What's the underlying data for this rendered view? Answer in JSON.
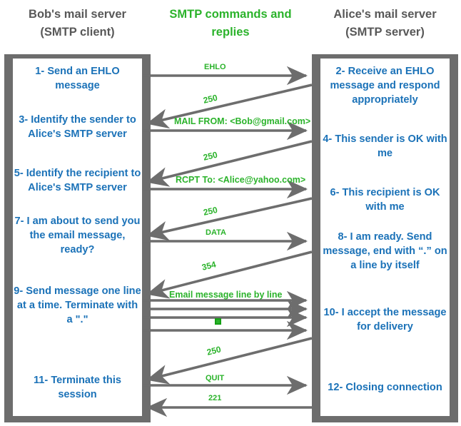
{
  "headers": {
    "left": "Bob's mail server\n(SMTP client)",
    "left_line1": "Bob's mail server",
    "left_line2": "(SMTP client)",
    "middle_line1": "SMTP commands and",
    "middle_line2": "replies",
    "right_line1": "Alice's mail server",
    "right_line2": "(SMTP server)"
  },
  "colors": {
    "header_gray": "#585858",
    "green": "#2bb32b",
    "blue": "#1b72b8",
    "frame_gray": "#6d6d6d",
    "arrow_gray": "#6d6d6d"
  },
  "client_steps": [
    {
      "id": 1,
      "text": "1- Send an EHLO message"
    },
    {
      "id": 3,
      "text": "3- Identify the sender to Alice's SMTP server"
    },
    {
      "id": 5,
      "text": "5- Identify the recipient to Alice's SMTP server"
    },
    {
      "id": 7,
      "text": "7- I am about to send you the email message, ready?"
    },
    {
      "id": 9,
      "text": "9- Send message one line at a time. Terminate with a \".\""
    },
    {
      "id": 11,
      "text": "11- Terminate this session"
    }
  ],
  "server_steps": [
    {
      "id": 2,
      "text": "2- Receive an EHLO message and respond appropriately"
    },
    {
      "id": 4,
      "text": "4- This sender is OK with me"
    },
    {
      "id": 6,
      "text": "6- This recipient is OK with me"
    },
    {
      "id": 8,
      "text": "8-  I am ready. Send message, end with “.” on a line by itself"
    },
    {
      "id": 10,
      "text": "10-  I accept the message for delivery"
    },
    {
      "id": 12,
      "text": "12-  Closing connection"
    }
  ],
  "messages": [
    {
      "label": "EHLO",
      "direction": "to-server",
      "shape": "horizontal"
    },
    {
      "label": "250",
      "direction": "to-client",
      "shape": "diagonal"
    },
    {
      "label": "MAIL FROM: <Bob@gmail.com>",
      "direction": "to-server",
      "shape": "horizontal"
    },
    {
      "label": "250",
      "direction": "to-client",
      "shape": "diagonal"
    },
    {
      "label": "RCPT To: <Alice@yahoo.com>",
      "direction": "to-server",
      "shape": "horizontal"
    },
    {
      "label": "250",
      "direction": "to-client",
      "shape": "diagonal"
    },
    {
      "label": "DATA",
      "direction": "to-server",
      "shape": "horizontal"
    },
    {
      "label": "354",
      "direction": "to-client",
      "shape": "diagonal"
    },
    {
      "label": "Email message line by line",
      "direction": "to-server",
      "shape": "horizontal"
    },
    {
      "label": "",
      "direction": "to-server",
      "shape": "horizontal"
    },
    {
      "label": "",
      "direction": "to-server",
      "shape": "horizontal"
    },
    {
      "label": "",
      "direction": "to-server",
      "shape": "horizontal"
    },
    {
      "label": ".",
      "direction": "to-server",
      "shape": "dot-marker"
    },
    {
      "label": "250",
      "direction": "to-client",
      "shape": "diagonal"
    },
    {
      "label": "QUIT",
      "direction": "to-server",
      "shape": "horizontal"
    },
    {
      "label": "221",
      "direction": "to-client",
      "shape": "horizontal"
    }
  ],
  "labels": {
    "ehlo": "EHLO",
    "r250_a": "250",
    "mail_from": "MAIL FROM: <Bob@gmail.com>",
    "r250_b": "250",
    "rcpt_to": "RCPT To: <Alice@yahoo.com>",
    "r250_c": "250",
    "data": "DATA",
    "r354": "354",
    "email_lines": "Email message line by line",
    "r250_d": "250",
    "quit": "QUIT",
    "r221": "221"
  }
}
